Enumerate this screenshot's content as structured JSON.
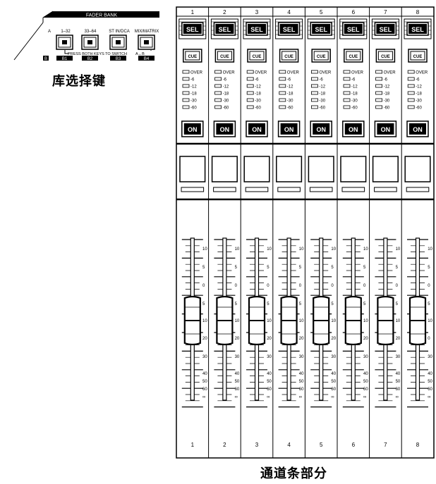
{
  "fader_bank": {
    "title": "FADER BANK",
    "buttons": [
      {
        "range": "1–32",
        "id": "B1"
      },
      {
        "range": "33–64",
        "id": "B2"
      },
      {
        "range": "ST IN/DCA",
        "id": "B3"
      },
      {
        "range": "MIX/MATRIX",
        "id": "B4"
      }
    ],
    "layer_a": "A",
    "layer_b": "B",
    "switch_hint": "PRESS BOTH KEYS TO SWITCH",
    "switch_ab": "A↔B",
    "caption": "库选择键"
  },
  "channel_strip": {
    "channels": [
      "1",
      "2",
      "3",
      "4",
      "5",
      "6",
      "7",
      "8"
    ],
    "sel_label": "SEL",
    "cue_label": "CUE",
    "on_label": "ON",
    "meter_labels": [
      "OVER",
      "-6",
      "-12",
      "-18",
      "-30",
      "-60"
    ],
    "fader_scale": [
      "10",
      "5",
      "0",
      "5",
      "10",
      "20",
      "30",
      "40",
      "50",
      "60",
      "∞"
    ],
    "fader_scale_ch8": [
      "10",
      "5",
      "0",
      "5",
      "10",
      "0",
      "30",
      "40",
      "50",
      "60",
      "∞"
    ],
    "caption": "通道条部分"
  }
}
